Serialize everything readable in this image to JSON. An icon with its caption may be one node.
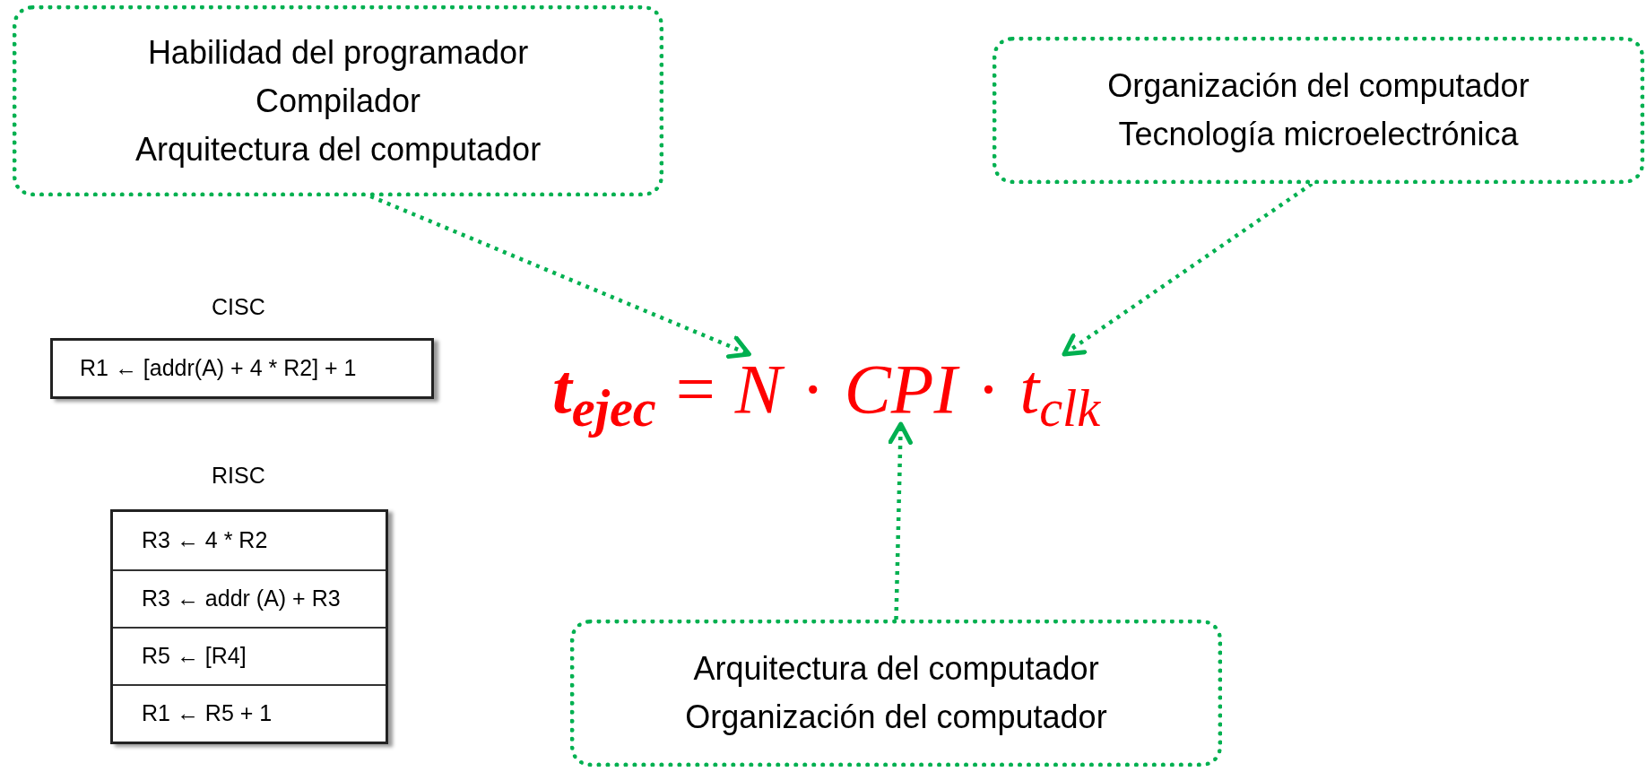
{
  "diagram": {
    "nodes": [
      {
        "text": [
          "Habilidad del programador",
          "Compilador",
          "Arquitectura del computador"
        ]
      },
      {
        "text": [
          "Organización del computador",
          "Tecnología microelectrónica"
        ]
      },
      {
        "text": [
          "Arquitectura del computador",
          "Organización del computador"
        ]
      },
      {
        "text": [
          "N"
        ]
      },
      {
        "text": [
          "CPI"
        ]
      },
      {
        "text": [
          "t$_{clk}$"
        ]
      }
    ],
    "edges": [
      {
        "from": 0,
        "to": 3,
        "arrow": "to",
        "style": "dashed"
      },
      {
        "from": 1,
        "to": 5,
        "arrow": "to",
        "style": "dashed"
      },
      {
        "from": 2,
        "to": 4,
        "arrow": "to",
        "style": "dashed"
      }
    ],
    "labels": [
      "t$_{ejec}$",
      "=",
      "·",
      "·",
      "CISC",
      "R1 ← [addr(A) + 4 * R2] + 1",
      "RISC",
      "R3 ← 4 * R2",
      "R3 ← addr (A) + R3",
      "R5 ← [R4]",
      "R1 ← R5 + 1"
    ]
  }
}
